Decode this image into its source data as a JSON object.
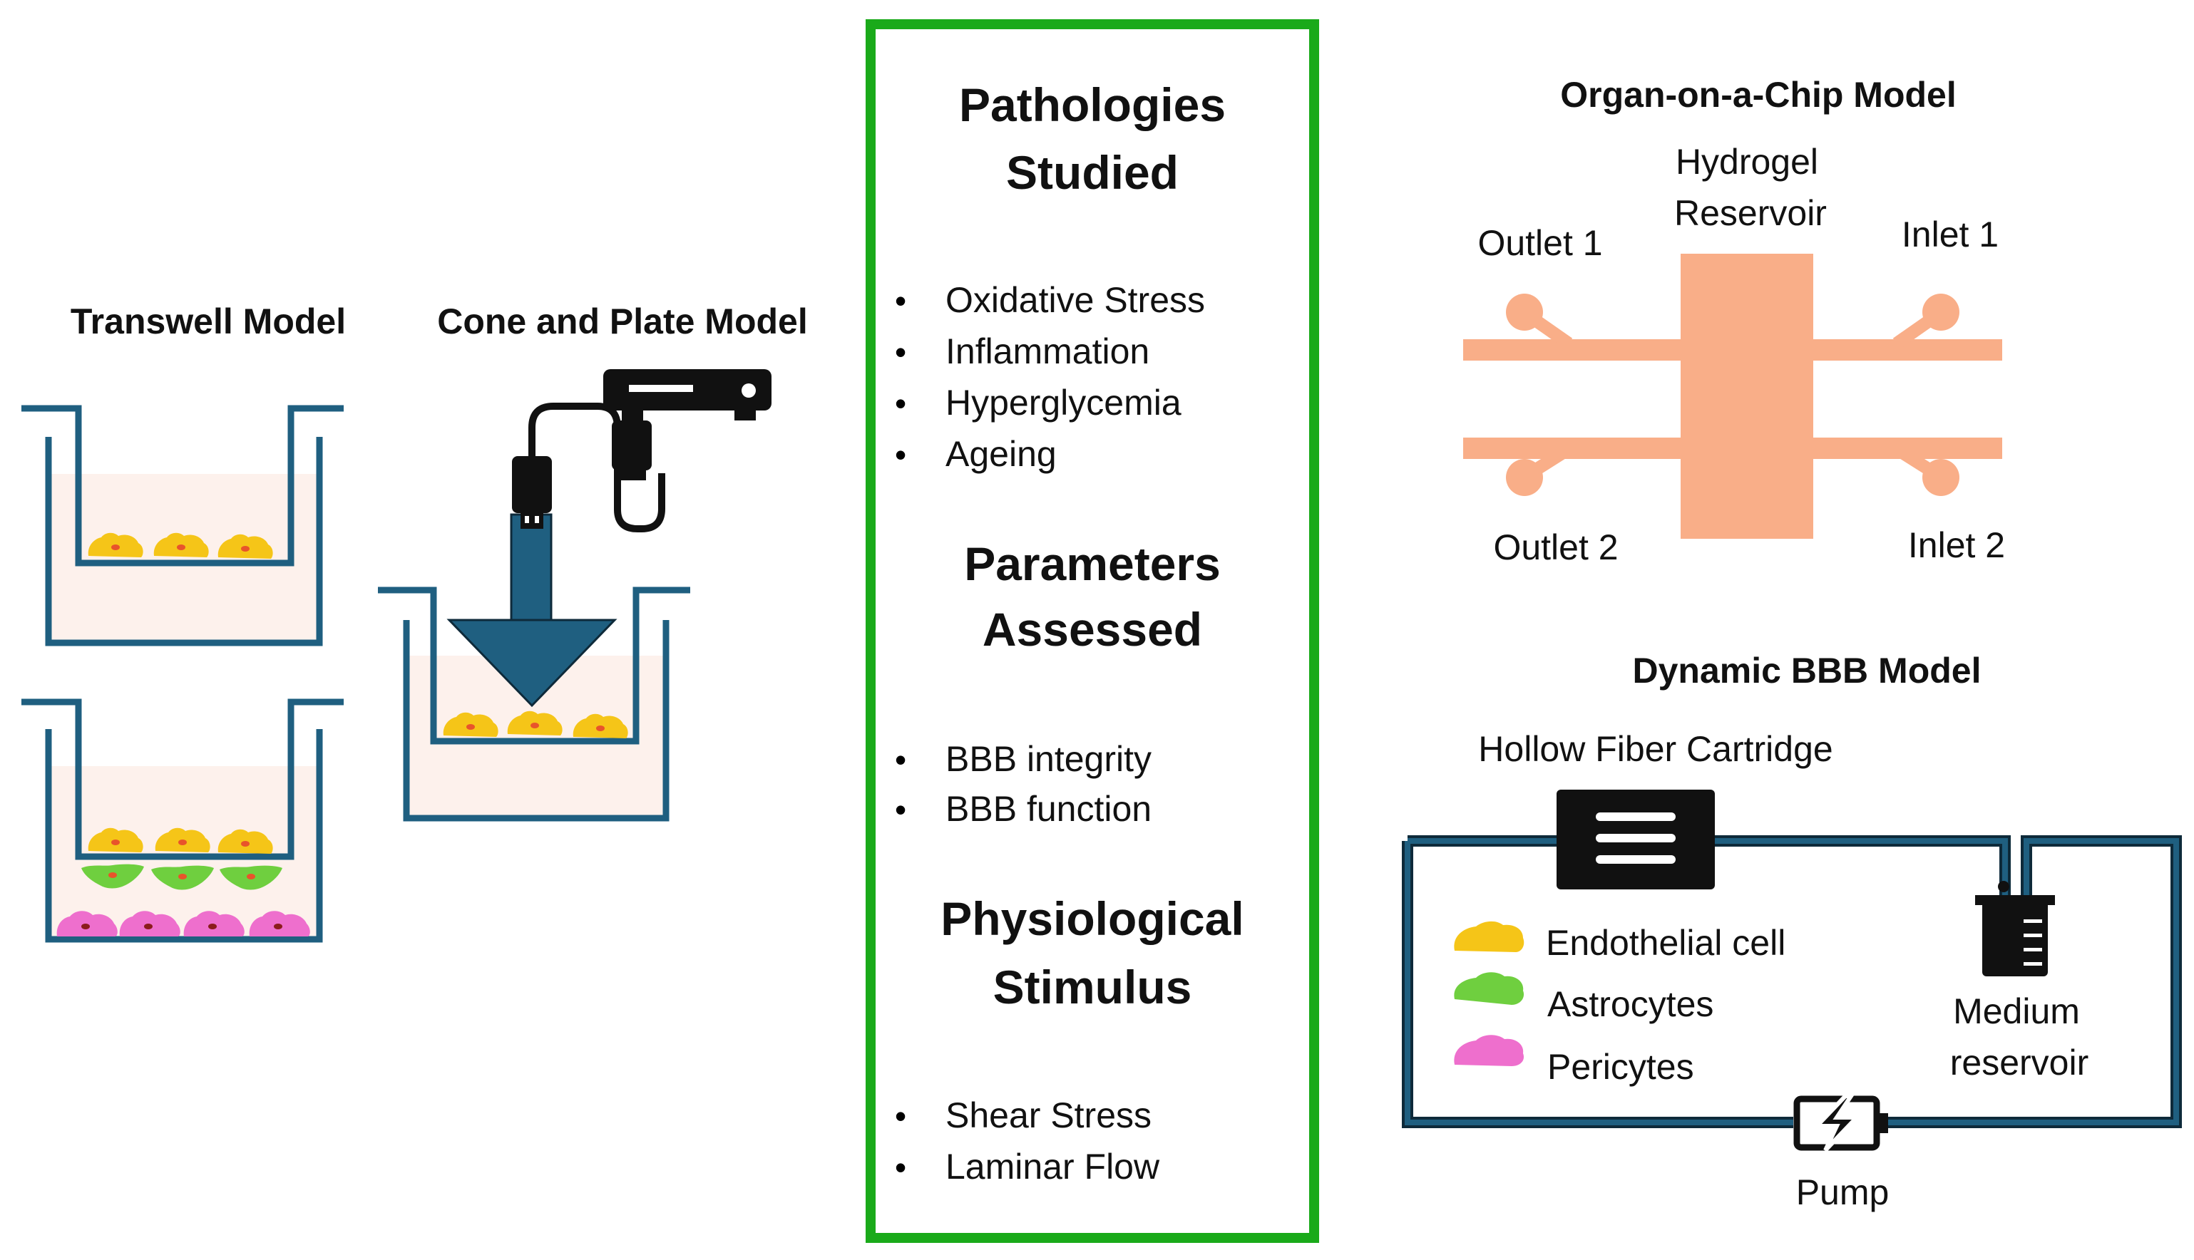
{
  "transwell": {
    "title": "Transwell Model"
  },
  "cone_plate": {
    "title": "Cone and Plate Model"
  },
  "center_panel": {
    "border_color": "#1aaa1a",
    "sections": [
      {
        "heading": [
          "Pathologies",
          "Studied"
        ],
        "items": [
          "Oxidative Stress",
          "Inflammation",
          "Hyperglycemia",
          "Ageing"
        ]
      },
      {
        "heading": [
          "Parameters",
          "Assessed"
        ],
        "items": [
          "BBB integrity",
          "BBB function"
        ]
      },
      {
        "heading": [
          "Physiological",
          "Stimulus"
        ],
        "items": [
          "Shear Stress",
          "Laminar Flow"
        ]
      }
    ]
  },
  "organ_chip": {
    "title": "Organ-on-a-Chip Model",
    "hydrogel_label": [
      "Hydrogel",
      "Reservoir"
    ],
    "outlet1": "Outlet 1",
    "inlet1": "Inlet 1",
    "outlet2": "Outlet 2",
    "inlet2": "Inlet 2",
    "chip_color": "#f9ae88"
  },
  "dynamic_bbb": {
    "title": "Dynamic BBB Model",
    "cartridge_label": "Hollow Fiber Cartridge",
    "reservoir_label": [
      "Medium",
      "reservoir"
    ],
    "pump_label": "Pump",
    "tube_color": "#1b4f6b"
  },
  "legend": [
    {
      "label": "Endothelial cell",
      "color": "#f5c518"
    },
    {
      "label": "Astrocytes",
      "color": "#6fcf3f"
    },
    {
      "label": "Pericytes",
      "color": "#ee6fcd"
    }
  ],
  "colors": {
    "well_wall": "#1f5f80",
    "medium_fill": "#fdf1ec",
    "probe": "#1f5f80"
  },
  "icons": [
    "rheometer-icon",
    "beaker-icon",
    "pump-battery-icon",
    "cartridge-icon"
  ]
}
